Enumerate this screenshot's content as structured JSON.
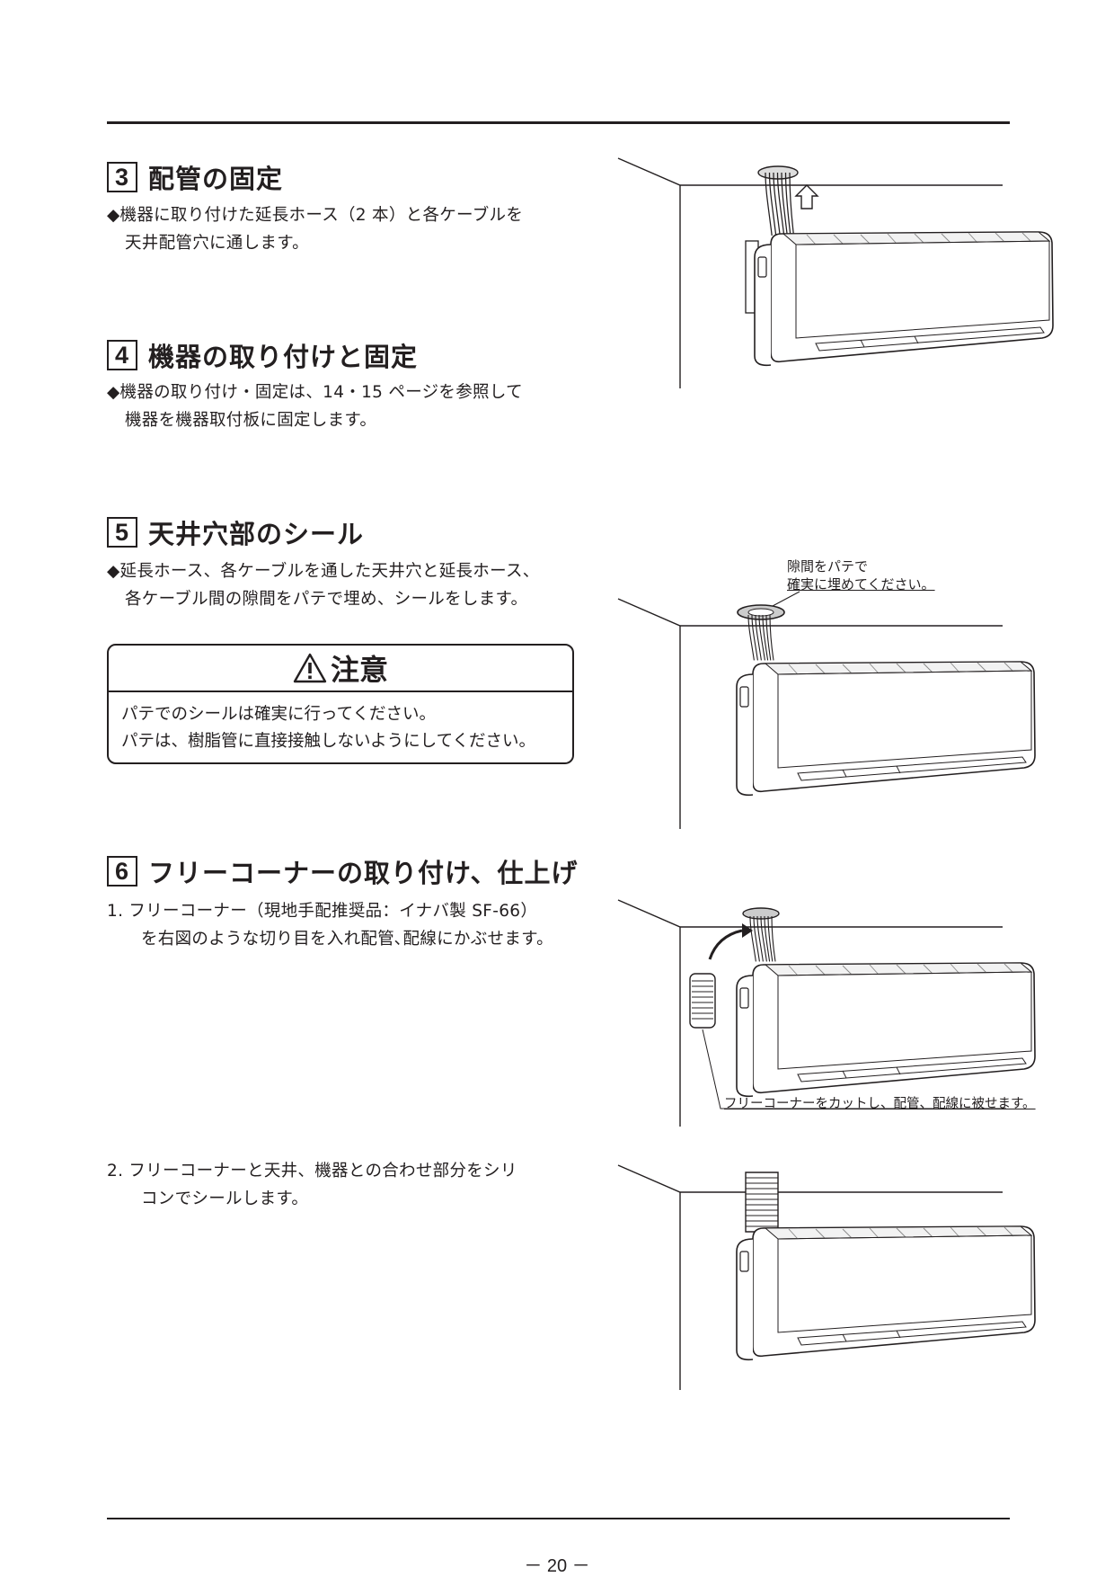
{
  "sections": {
    "s3": {
      "num": "3",
      "title": "配管の固定",
      "lines": [
        "◆機器に取り付けた延長ホース（2 本）と各ケーブルを",
        "天井配管穴に通します。"
      ]
    },
    "s4": {
      "num": "4",
      "title": "機器の取り付けと固定",
      "lines": [
        "◆機器の取り付け・固定は、14・15 ページを参照して",
        "機器を機器取付板に固定します。"
      ]
    },
    "s5": {
      "num": "5",
      "title": "天井穴部のシール",
      "lines": [
        "◆延長ホース、各ケーブルを通した天井穴と延長ホース、",
        "各ケーブル間の隙間をパテで埋め、シールをします。"
      ]
    },
    "s6": {
      "num": "6",
      "title": "フリーコーナーの取り付け、仕上げ",
      "step1": [
        "1.  フリーコーナー（現地手配推奨品：イナバ製 SF-66）",
        "を右図のような切り目を入れ配管､配線にかぶせます。"
      ],
      "step2": [
        "2.  フリーコーナーと天井、機器との合わせ部分をシリ",
        "コンでシールします。"
      ]
    }
  },
  "caution": {
    "title": "注意",
    "lines": [
      "パテでのシールは確実に行ってください。",
      "パテは、樹脂管に直接接触しないようにしてください。"
    ]
  },
  "figures": {
    "fig2_callout": [
      "隙間をパテで",
      "確実に埋めてください。"
    ],
    "fig3_callout": "フリーコーナーをカットし、配管、配線に被せます。"
  },
  "footer": {
    "page": "－ 20 －"
  }
}
